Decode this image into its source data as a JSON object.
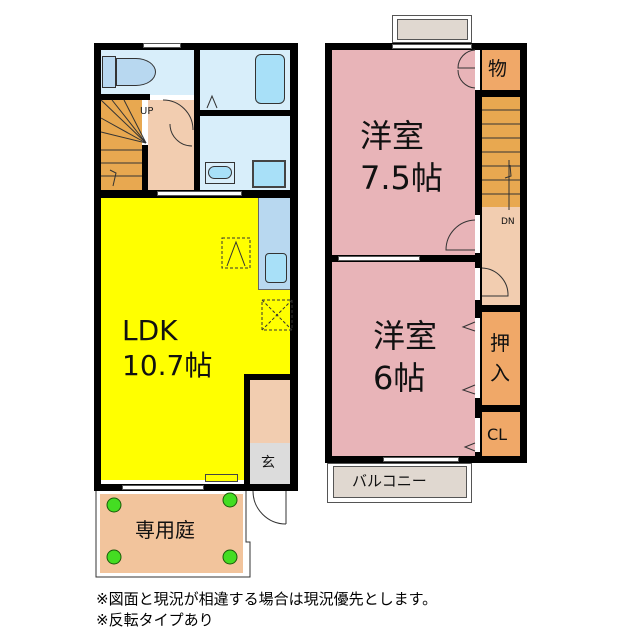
{
  "floor1": {
    "ldk": {
      "label": "LDK",
      "size": "10.7帖"
    },
    "entrance": {
      "label": "玄"
    },
    "garden": {
      "label": "専用庭"
    },
    "stairs": {
      "label": "UP"
    }
  },
  "floor2": {
    "room1": {
      "label": "洋室",
      "size": "7.5帖"
    },
    "room2": {
      "label": "洋室",
      "size": "6帖"
    },
    "storage": {
      "label": "物"
    },
    "closet_oshiire": {
      "label1": "押",
      "label2": "入"
    },
    "closet_cl": {
      "label": "CL"
    },
    "balcony": {
      "label": "バルコニー"
    },
    "stairs": {
      "label": "DN"
    }
  },
  "notes": {
    "line1": "※図面と現況が相違する場合は現況優先とします。",
    "line2": "※反転タイプあり"
  },
  "colors": {
    "ldk": "#FFFF00",
    "bedroom": "#E8B4B8",
    "storage": "#F0A868",
    "stairs": "#E8A850",
    "hall": "#F2CDB0",
    "wet": "#D8EEFA",
    "fixture": "#A8E0F8",
    "entrance": "#DCDCDC",
    "balcony": "#E0D8D0"
  }
}
